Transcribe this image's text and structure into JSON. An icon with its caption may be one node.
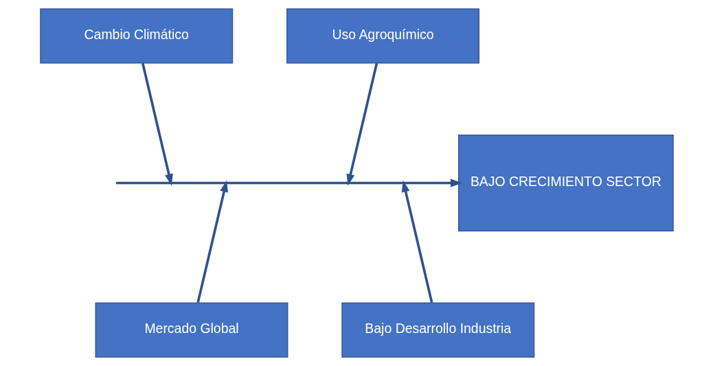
{
  "diagram": {
    "nodes": [
      {
        "text": [
          "Cambio Climático"
        ]
      },
      {
        "text": [
          "Uso Agroquímico"
        ]
      },
      {
        "text": [
          "BAJO CRECIMIENTO SECTOR"
        ]
      },
      {
        "text": [
          "Mercado Global"
        ]
      },
      {
        "text": [
          "Bajo Desarrollo Industria"
        ]
      }
    ],
    "edges": [
      {
        "from": 0,
        "to": null,
        "arrow": "to"
      },
      {
        "from": 1,
        "to": null,
        "arrow": "to"
      },
      {
        "from": null,
        "to": 2,
        "arrow": "to"
      },
      {
        "from": 3,
        "to": null,
        "arrow": "to"
      },
      {
        "from": 4,
        "to": null,
        "arrow": "to"
      }
    ]
  }
}
